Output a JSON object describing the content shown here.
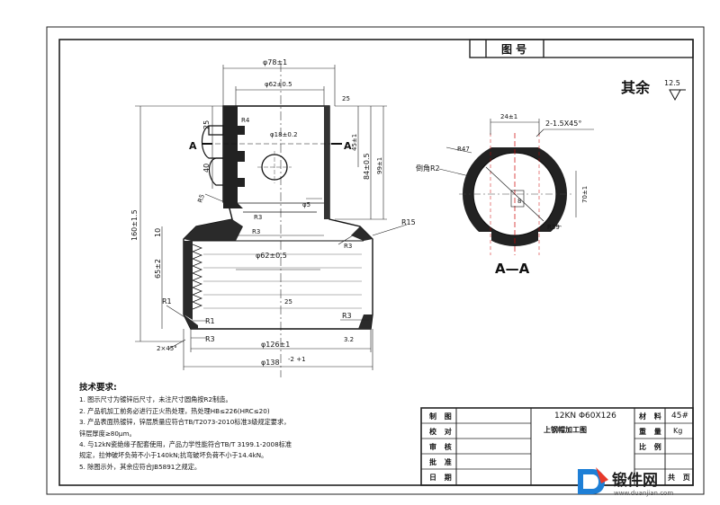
{
  "drawing": {
    "top_header": "图 号",
    "roughness_note": "其余",
    "roughness_value": "12.5",
    "section_label": "A—A",
    "section_marker_left": "A",
    "section_marker_right": "A"
  },
  "dimensions": {
    "d_phi78": "φ78±1",
    "d_phi62_top": "φ62±0.5",
    "d_phi18": "φ18±0.2",
    "d_phi62_mid": "φ62±0.5",
    "d_phi126": "φ126±1",
    "d_phi138": "φ138",
    "d_phi138_tol": "-2 +1",
    "d_160": "160±1.5",
    "d_65": "65±2",
    "d_25a": "25",
    "d_40": "40",
    "d_10": "10",
    "d_45": "45±1",
    "d_84": "84±0.5",
    "d_99": "99±1",
    "d_R4": "R4",
    "d_R5": "R5",
    "d_R3a": "R3",
    "d_R3b": "R3",
    "d_R3c": "R3",
    "d_R3d": "R3",
    "d_R15": "R15",
    "d_R1a": "R1",
    "d_R1b": "R1",
    "d_small_25": "25",
    "d_2x45": "2×45°",
    "d_phi5": "φ5",
    "d_roughness_25": "25",
    "d_roughness_32": "3.2",
    "sec_24": "24±1",
    "sec_chamfer": "2-1.5X45°",
    "sec_R47": "R47",
    "sec_R2": "倒角R2",
    "sec_R39": "R39",
    "sec_8": "8",
    "sec_70": "70±1"
  },
  "notes": {
    "title": "技术要求:",
    "lines": [
      "1. 图示尺寸为镀锌后尺寸，未注尺寸圆角按R2制造。",
      "2. 产品机加工前务必进行正火热处理，热处理HB≤226(HRC≤20)",
      "3. 产品表面热镀锌，锌层质量应符合TB/T2073-2010标准3级规定要求，",
      "    锌层厚度≥80μm。",
      "4. 与12kN瓷绝缘子配套使用，产品力学性能符合TB/T 3199.1-2008标准",
      "    规定，拉伸破坏负荷不小于140kN;抗弯破坏负荷不小于14.4kN。",
      "5. 除图示外，其余应符合JB5891之规定。"
    ]
  },
  "title_block": {
    "row_labels": [
      "制 图",
      "校 对",
      "审 核",
      "批 准",
      "日 期"
    ],
    "part_code": "12KN  Φ60X126",
    "part_name": "上钢帽加工图",
    "material_label": "材 料",
    "material_value": "45#",
    "weight_label": "重 量",
    "weight_unit": "Kg",
    "scale_label": "比 例",
    "sheet_label": "共 页"
  },
  "watermark": {
    "brand": "锻件网",
    "url": "www.duanjian.com"
  }
}
